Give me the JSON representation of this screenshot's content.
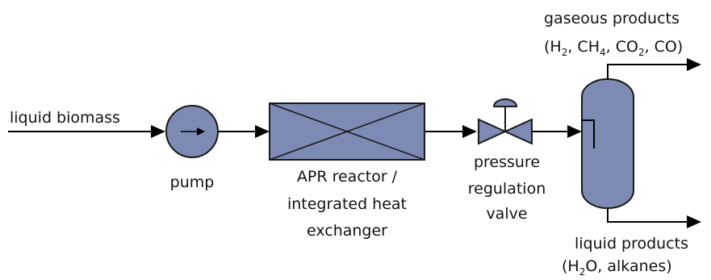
{
  "labels": {
    "feed": "liquid biomass",
    "pump": "pump",
    "reactor_line1": "APR reactor /",
    "reactor_line2": "integrated heat",
    "reactor_line3": "exchanger",
    "valve_line1": "pressure",
    "valve_line2": "regulation",
    "valve_line3": "valve",
    "gas_title": "gaseous products",
    "gas_species": {
      "open": "(H",
      "h2_sub": "2",
      "ch": ", CH",
      "ch4_sub": "4",
      "co": ", CO",
      "co2_sub": "2",
      "close": ", CO)"
    },
    "liquid_title": "liquid products",
    "liquid_species": {
      "open": "(H",
      "h2o_sub": "2",
      "close": "O, alkanes)"
    }
  },
  "colors": {
    "equipment_fill": "#7d8ab3",
    "outline": "#1a1a1a",
    "stream": "#000000"
  }
}
